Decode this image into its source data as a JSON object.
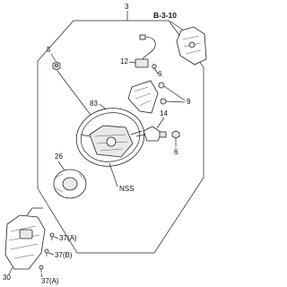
{
  "diagram": {
    "reference": "B-3-10",
    "callouts": {
      "c3": "3",
      "c5": "5",
      "c12": "12",
      "c6a": "6",
      "c9": "9",
      "c83": "83",
      "c14": "14",
      "c6b": "6",
      "c26": "26",
      "cnss": "NSS",
      "c30": "30",
      "c37a1": "37(A)",
      "c37b": "37(B)",
      "c37a2": "37(A)"
    }
  }
}
